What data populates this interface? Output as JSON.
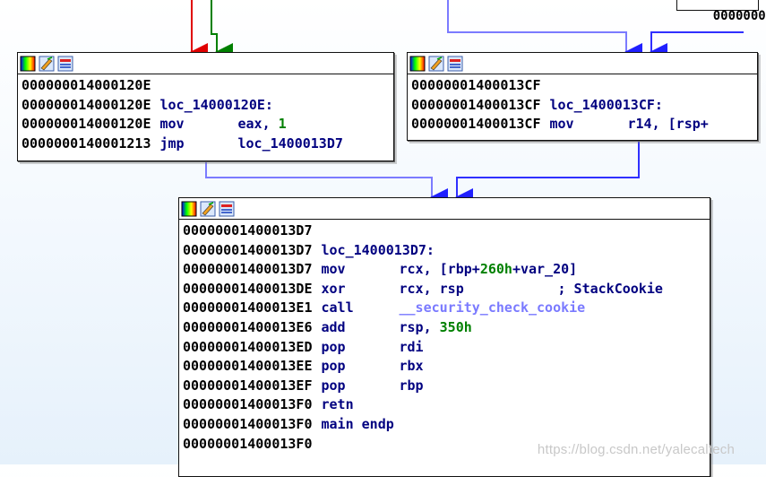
{
  "nodes": {
    "left": {
      "lines": [
        {
          "addr": "000000014000120E",
          "text": ""
        },
        {
          "addr": "000000014000120E",
          "label": "loc_14000120E:"
        },
        {
          "addr": "000000014000120E",
          "mnem": "mov",
          "ops": "eax, ",
          "num": "1"
        },
        {
          "addr": "0000000140001213",
          "mnem": "jmp",
          "ops": "loc_1400013D7"
        }
      ]
    },
    "right": {
      "lines": [
        {
          "addr": "00000001400013CF",
          "text": ""
        },
        {
          "addr": "00000001400013CF",
          "label": "loc_1400013CF:"
        },
        {
          "addr": "00000001400013CF",
          "mnem": "mov",
          "ops": "r14, [rsp+"
        }
      ]
    },
    "topright": {
      "lines": [
        {
          "addr": "0000000"
        }
      ]
    },
    "main": {
      "lines": [
        {
          "addr": "00000001400013D7"
        },
        {
          "addr": "00000001400013D7",
          "label": "loc_1400013D7:"
        },
        {
          "addr": "00000001400013D7",
          "mnem": "mov",
          "ops1": "rcx, [rbp+",
          "num": "260h",
          "ops2": "+var_20]"
        },
        {
          "addr": "00000001400013DE",
          "mnem": "xor",
          "ops1": "rcx, rsp",
          "comment": "; StackCookie"
        },
        {
          "addr": "00000001400013E1",
          "mnem": "call",
          "fn": "__security_check_cookie"
        },
        {
          "addr": "00000001400013E6",
          "mnem": "add",
          "ops1": "rsp, ",
          "num": "350h"
        },
        {
          "addr": "00000001400013ED",
          "mnem": "pop",
          "ops1": "rdi"
        },
        {
          "addr": "00000001400013EE",
          "mnem": "pop",
          "ops1": "rbx"
        },
        {
          "addr": "00000001400013EF",
          "mnem": "pop",
          "ops1": "rbp"
        },
        {
          "addr": "00000001400013F0",
          "mnem": "retn"
        },
        {
          "addr": "00000001400013F0",
          "label": "main endp"
        },
        {
          "addr": "00000001400013F0"
        }
      ]
    }
  },
  "watermark": "https://blog.csdn.net/yalecaltech",
  "colors": {
    "edge_true": "#e00000",
    "edge_false": "#008000",
    "edge_uncond": "#3030ff",
    "edge_uncond_light": "#7b7bff"
  }
}
